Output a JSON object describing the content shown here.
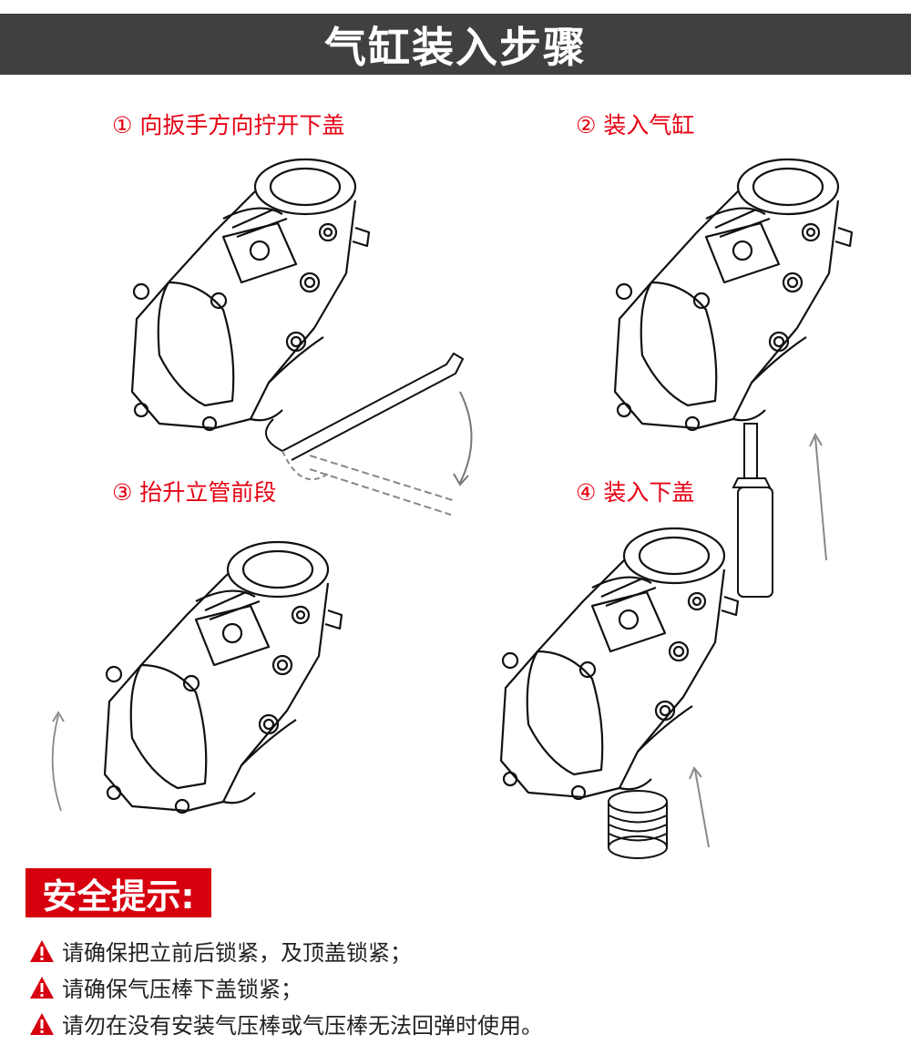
{
  "header": {
    "title": "气缸装入步骤"
  },
  "steps": [
    {
      "label": "① 向扳手方向拧开下盖"
    },
    {
      "label": "② 装入气缸"
    },
    {
      "label": "③ 抬升立管前段"
    },
    {
      "label": "④ 装入下盖"
    }
  ],
  "safety": {
    "title": "安全提示:",
    "items": [
      "请确保把立前后锁紧，及顶盖锁紧；",
      "请确保气压棒下盖锁紧；",
      "请勿在没有安装气压棒或气压棒无法回弹时使用。"
    ]
  },
  "colors": {
    "accent": "#e60012",
    "header_bg": "#404040",
    "safety_bg": "#d7000f"
  }
}
